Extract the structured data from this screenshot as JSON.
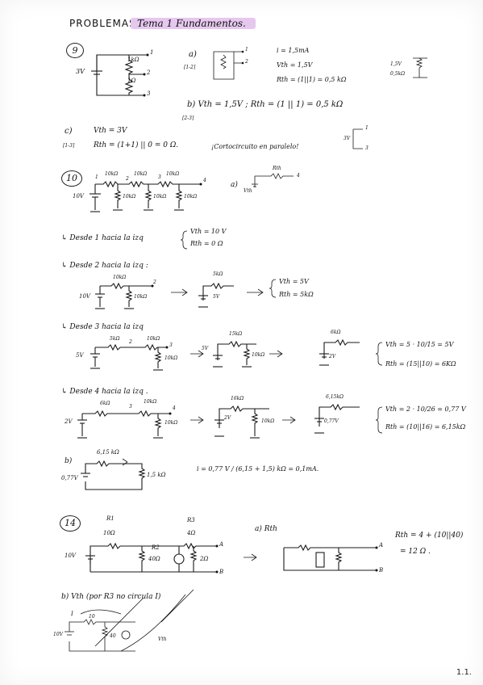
{
  "header": {
    "title": "PROBLEMAS",
    "topic": "Tema 1 Fundamentos."
  },
  "p9": {
    "number": "9",
    "circuit": {
      "v": "3V",
      "r1": "1kΩ",
      "r2": "1Ω",
      "n1": "1",
      "n2": "2",
      "n3": "3"
    },
    "a": {
      "label": "a)",
      "nodes": "[1-2]",
      "n1": "1",
      "n2": "2",
      "i": "i = 1,5mA",
      "vth": "Vth = 1,5V",
      "rth": "Rth = (1||1) = 0,5 kΩ",
      "eq_v": "1,5V",
      "eq_r": "0,5kΩ"
    },
    "b": {
      "text": "b) Vth = 1,5V ;  Rth = (1 || 1) = 0,5 kΩ",
      "nodes": "[2-3]"
    },
    "c": {
      "label": "c)",
      "vth": "Vth = 3V",
      "nodes": "[1-3]",
      "rth": "Rth = (1+1) || 0 = 0 Ω.",
      "note": "¡Cortocircuito en paralelo!",
      "eq_v": "3V",
      "n1": "1",
      "n3": "3"
    }
  },
  "p10": {
    "number": "10",
    "circuit": {
      "v": "10V",
      "r_top1": "10kΩ",
      "r_top2": "10kΩ",
      "r_top3": "10kΩ",
      "r_sh1": "10kΩ",
      "r_sh2": "10kΩ",
      "r_sh3": "10kΩ",
      "n1": "1",
      "n2": "2",
      "n3": "3",
      "n4": "4"
    },
    "a": {
      "label": "a)",
      "rth": "Rth",
      "vth": "Vth",
      "n4": "4"
    },
    "d1": {
      "text": "↳ Desde 1 hacia la izq",
      "vth": "Vth = 10 V",
      "rth": "Rth = 0 Ω"
    },
    "d2": {
      "text": "↳ Desde 2 hacia la izq :",
      "r_top": "10kΩ",
      "v": "10V",
      "r_sh": "10kΩ",
      "n2": "2",
      "eq_r": "5kΩ",
      "eq_v": "5V",
      "vth": "Vth = 5V",
      "rth": "Rth = 5kΩ"
    },
    "d3": {
      "text": "↳ Desde 3 hacia la izq",
      "r1": "5kΩ",
      "r2": "10kΩ",
      "v": "5V",
      "r_sh": "10kΩ",
      "n2": "2",
      "n3": "3",
      "s1_r": "15kΩ",
      "s1_v": "5V",
      "s1_rsh": "10kΩ",
      "s2_r": "6kΩ",
      "s2_v": "2V",
      "vth": "Vth = 5 · 10/15 = 5V",
      "rth": "Rth = (15||10) = 6KΩ"
    },
    "d4": {
      "text": "↳ Desde 4 hacia la izq .",
      "r1": "6kΩ",
      "r2": "10kΩ",
      "v": "2V",
      "r_sh": "10kΩ",
      "n3": "3",
      "n4": "4",
      "s1_r": "16kΩ",
      "s1_v": "2V",
      "s1_rsh": "10kΩ",
      "s2_r": "6,15kΩ",
      "s2_v": "0,77V",
      "vth": "Vth = 2 · 10/26 = 0,77 V",
      "rth": "Rth = (10||16) = 6,15kΩ"
    },
    "b": {
      "label": "b)",
      "r": "6,15 kΩ",
      "v": "0,77V",
      "rl": "1,5 kΩ",
      "formula": "i = 0,77 V / (6,15 + 1,5) kΩ = 0,1mA."
    }
  },
  "p14": {
    "number": "14",
    "circuit": {
      "r1_name": "R1",
      "r1": "10Ω",
      "r2_name": "R2",
      "r2": "40Ω",
      "r3_name": "R3",
      "r3": "4Ω",
      "rl": "2Ω",
      "v": "10V",
      "node_a": "A",
      "node_b": "B"
    },
    "a": {
      "label": "a) Rth",
      "result": "Rth = 4 + (10||40)",
      "result2": "= 12 Ω .",
      "node_a": "A",
      "node_b": "B"
    },
    "b": {
      "text": "b) Vth (por R3 no circula I)",
      "v": "10V",
      "r1": "10",
      "r2": "40",
      "i": "I",
      "vth": "Vth"
    }
  },
  "page_number": "1.1."
}
